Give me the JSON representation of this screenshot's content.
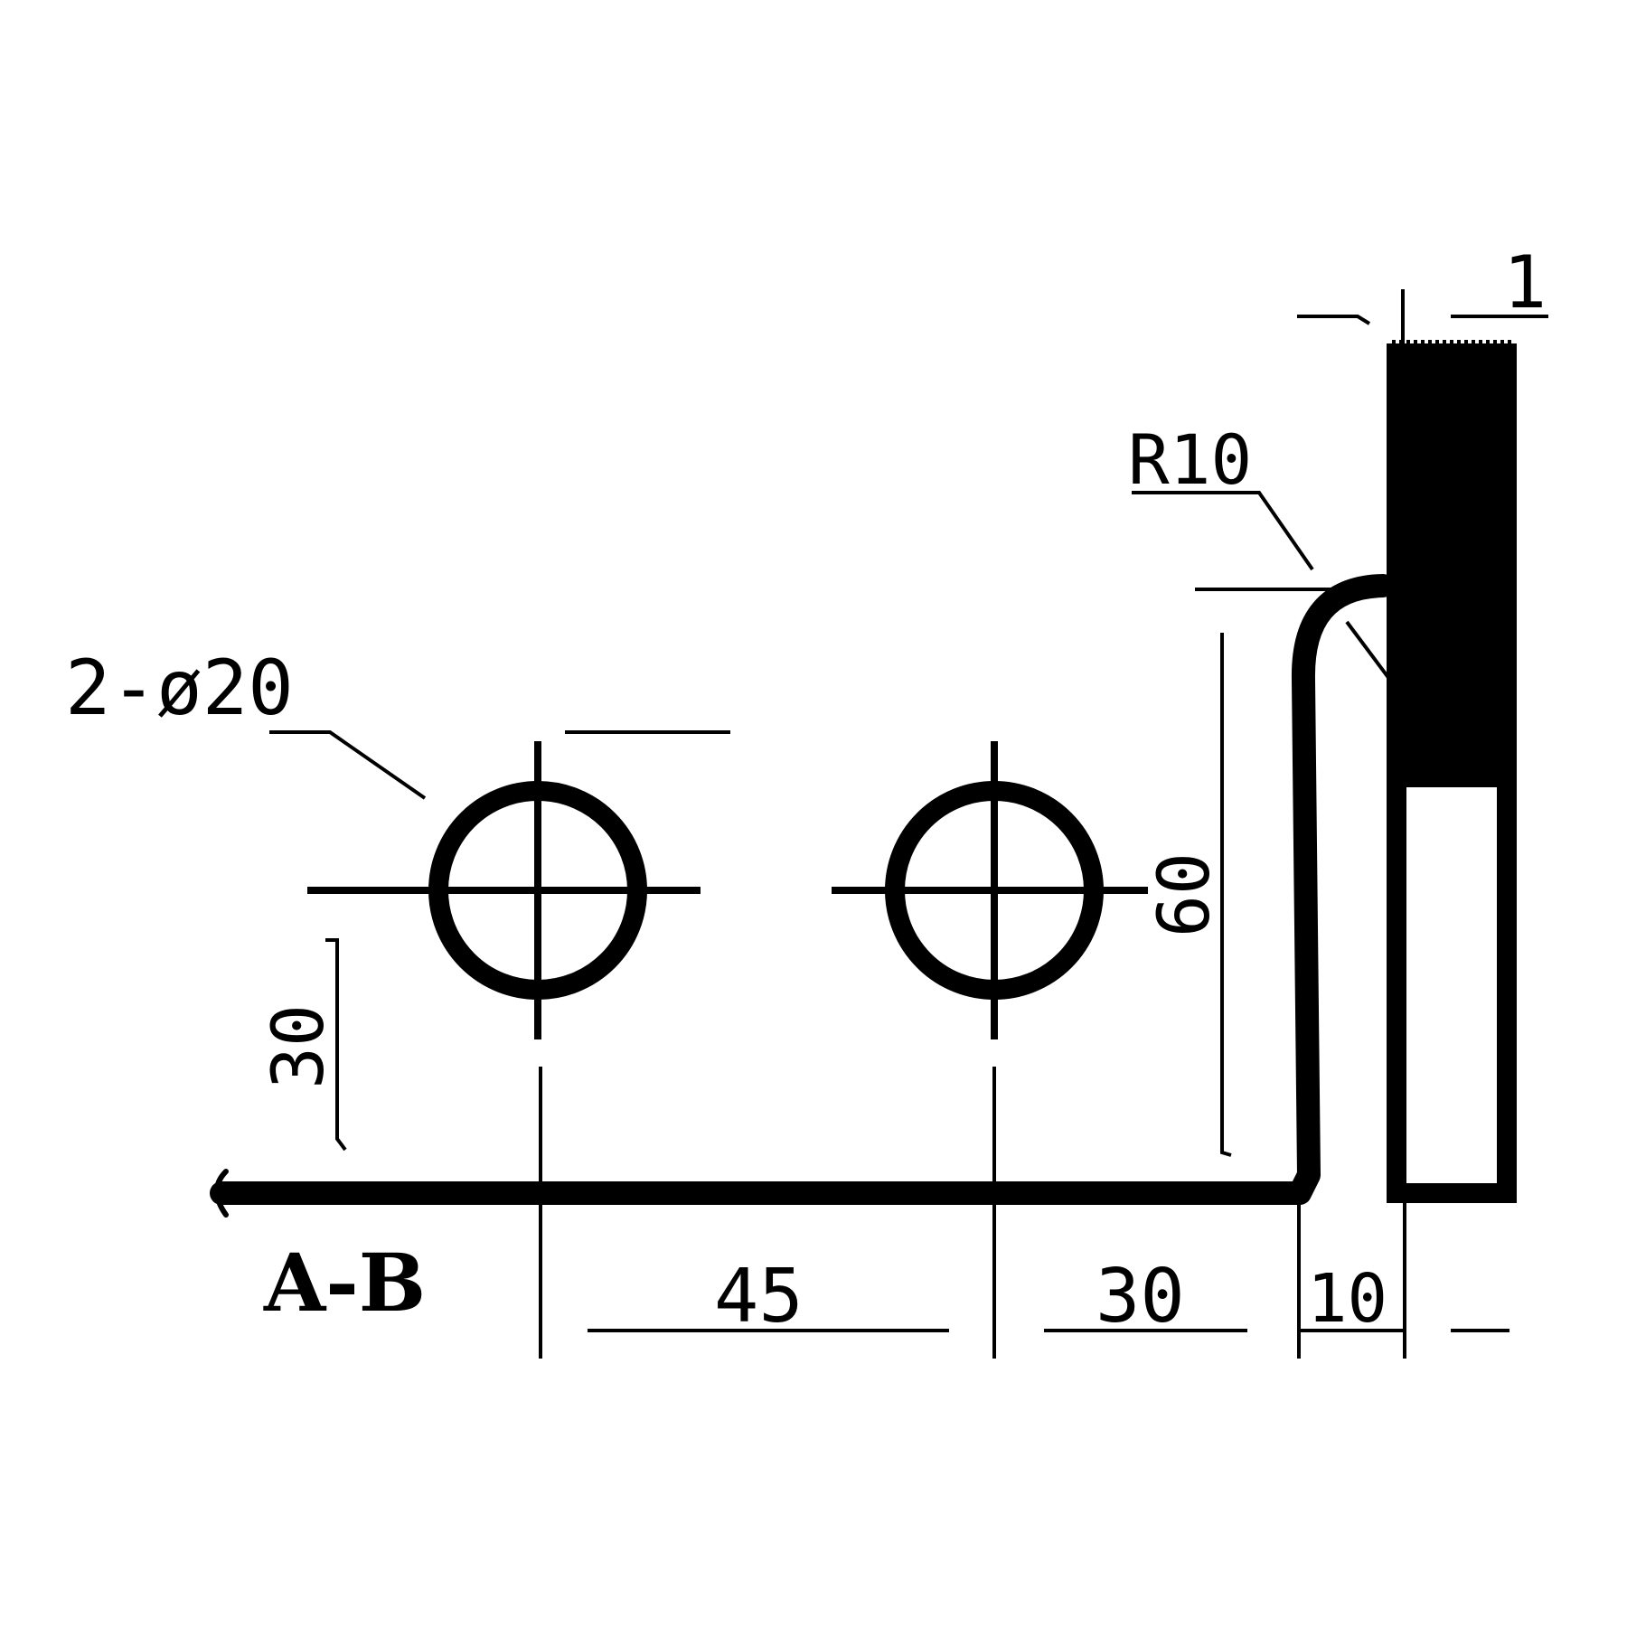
{
  "labels": {
    "holes_callout": "2-ø20",
    "radius_callout": "R10",
    "section_label": "A-B",
    "thickness": "1",
    "dim_vertical_30": "30",
    "dim_vertical_60": "60",
    "dim_45": "45",
    "dim_30": "30",
    "dim_10": "10"
  },
  "colors": {
    "ink": "#000000",
    "paper": "#ffffff"
  }
}
